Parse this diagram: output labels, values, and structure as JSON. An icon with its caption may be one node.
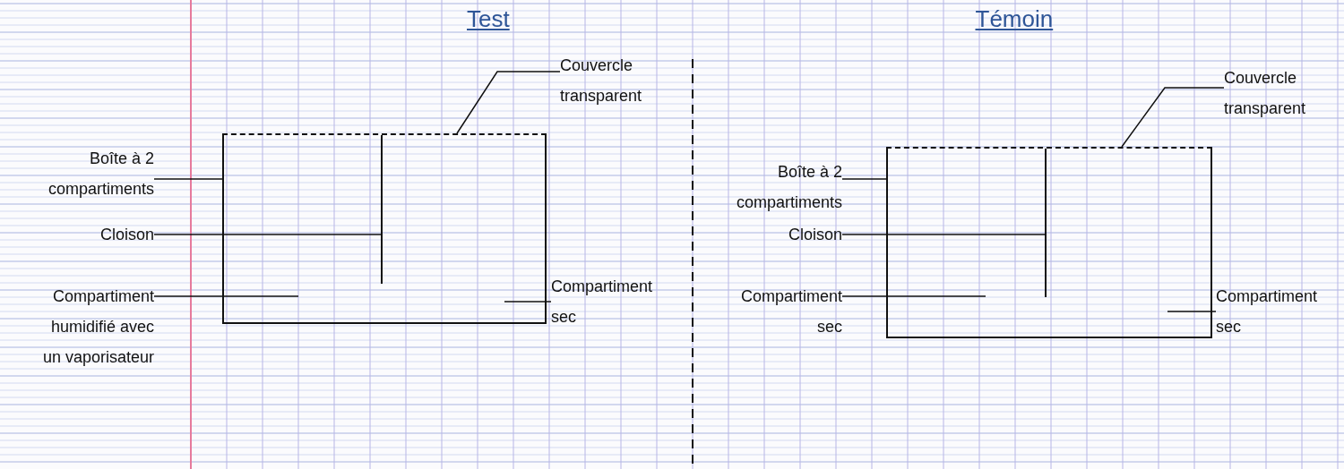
{
  "diagram": {
    "nodes": [
      {
        "text": [
          "Couvercle transparent"
        ]
      },
      {
        "text": [],
        "shape": "line"
      },
      {
        "text": [
          "Boîte à 2 compartiments"
        ]
      },
      {
        "text": [],
        "shape": "box"
      },
      {
        "text": [
          "Cloison"
        ]
      },
      {
        "text": [],
        "shape": "line",
        "in": 3
      },
      {
        "text": [
          "Compartiment humidifié avec un vaporisateur"
        ]
      },
      {
        "text": [
          "Compartiment sec"
        ]
      },
      {
        "text": [
          "Couvercle transparent"
        ]
      },
      {
        "text": [],
        "shape": "line"
      },
      {
        "text": [
          "Boîte à 2 compartiments"
        ]
      },
      {
        "text": [],
        "shape": "box"
      },
      {
        "text": [
          "Cloison"
        ]
      },
      {
        "text": [],
        "shape": "line",
        "in": 11
      },
      {
        "text": [
          "Compartiment sec"
        ]
      },
      {
        "text": [
          "Compartiment sec"
        ]
      }
    ],
    "edges": [
      {
        "from": 0,
        "to": 1,
        "arrow": "none"
      },
      {
        "from": 2,
        "to": 3,
        "arrow": "none"
      },
      {
        "from": 4,
        "to": 5,
        "arrow": "none"
      },
      {
        "from": 6,
        "to": null,
        "arrow": "none"
      },
      {
        "from": 7,
        "to": null,
        "arrow": "none"
      },
      {
        "from": 8,
        "to": 9,
        "arrow": "none"
      },
      {
        "from": 10,
        "to": 11,
        "arrow": "none"
      },
      {
        "from": 12,
        "to": 13,
        "arrow": "none"
      },
      {
        "from": 14,
        "to": null,
        "arrow": "none"
      },
      {
        "from": 15,
        "to": null,
        "arrow": "none"
      }
    ],
    "labels": [
      "Test",
      "Témoin"
    ]
  }
}
